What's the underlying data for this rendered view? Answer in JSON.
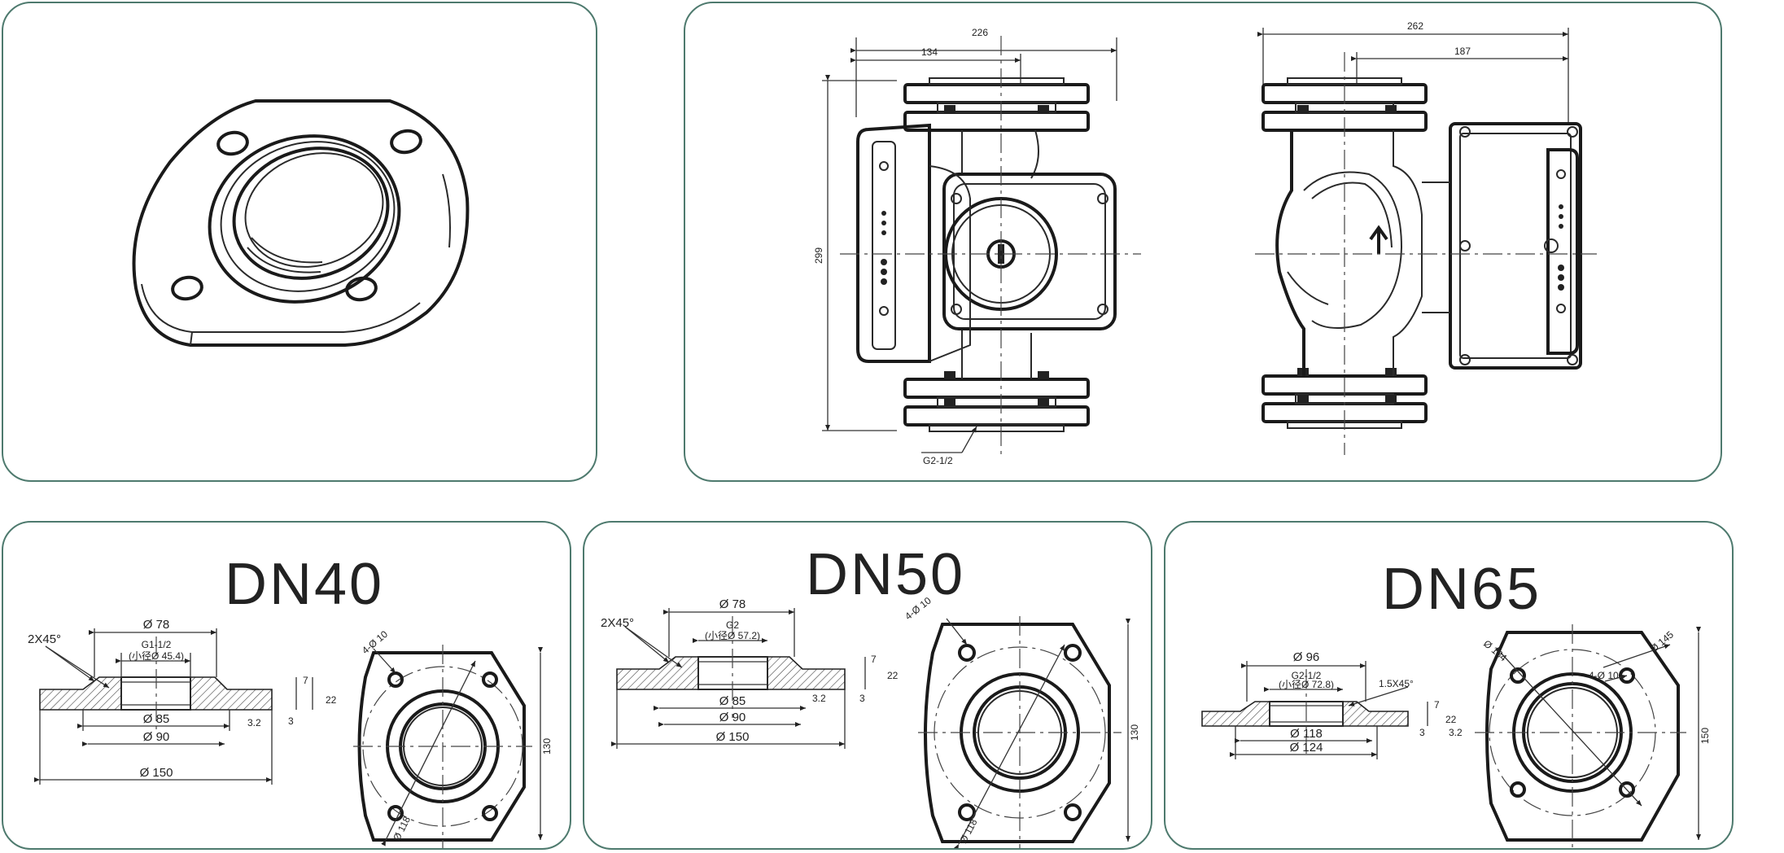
{
  "panels": {
    "flange_3d": {},
    "pump_views": {
      "dims": {
        "width_front": "226",
        "width_front_partial": "134",
        "height": "299",
        "width_side": "262",
        "width_side_partial": "187",
        "thread": "G2-1/2"
      }
    },
    "dn40": {
      "title": "DN40",
      "dims": {
        "chamfer": "2X45°",
        "d_top": "Ø 78",
        "thread": "G1-1/2",
        "thread_minor": "(小径Ø 45.4)",
        "d85": "Ø 85",
        "d90": "Ø 90",
        "d150": "Ø 150",
        "t7": "7",
        "t22": "22",
        "t3": "3",
        "rough": "3.2",
        "holes": "4-Ø 10",
        "pcd": "Ø 118",
        "h130": "130"
      }
    },
    "dn50": {
      "title": "DN50",
      "dims": {
        "chamfer": "2X45°",
        "d_top": "Ø 78",
        "thread": "G2",
        "thread_minor": "(小径Ø 57.2)",
        "d85": "Ø 85",
        "d90": "Ø 90",
        "d150": "Ø 150",
        "t7": "7",
        "t22": "22",
        "t3": "3",
        "rough": "3.2",
        "holes": "4-Ø 10",
        "pcd": "Ø 118",
        "h130": "130"
      }
    },
    "dn65": {
      "title": "DN65",
      "dims": {
        "d_top": "Ø 96",
        "thread": "G2-1/2",
        "thread_minor": "(小径Ø 72.8)",
        "chamfer": "1.5X45°",
        "d118": "Ø 118",
        "d124": "Ø 124",
        "t7": "7",
        "t22": "22",
        "t3": "3",
        "rough": "3.2",
        "pcd": "Ø 184",
        "holes": "4-Ø 10",
        "d145": "Ø 145",
        "h150": "150"
      }
    }
  }
}
